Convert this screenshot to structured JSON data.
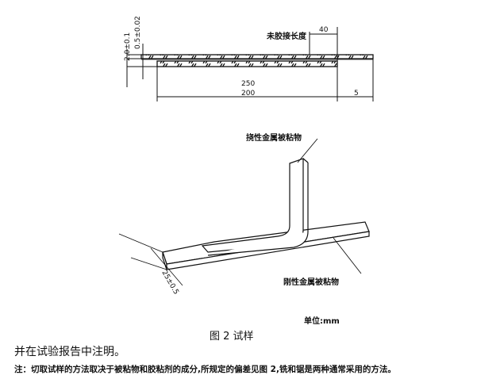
{
  "drawing_top": {
    "dim_thickness_1": "2.0±0.1",
    "dim_thickness_2": "0.5±0.02",
    "unbonded_length_label": "未胶接长度",
    "dim_40": "40",
    "dim_250": "250",
    "dim_200": "200",
    "dim_5": "5"
  },
  "drawing_bottom": {
    "flexible_adherend_label": "挠性金属被粘物",
    "rigid_adherend_label": "刚性金属被粘物",
    "width_dim": "25±0.5"
  },
  "units": "单位:mm",
  "caption": "图 2   试样",
  "body_text": "并在试验报告中注明。",
  "note": "注：切取试样的方法取决于被粘物和胶粘剂的成分,所规定的偏差见图 2,铣和锯是两种通常采用的方法。"
}
